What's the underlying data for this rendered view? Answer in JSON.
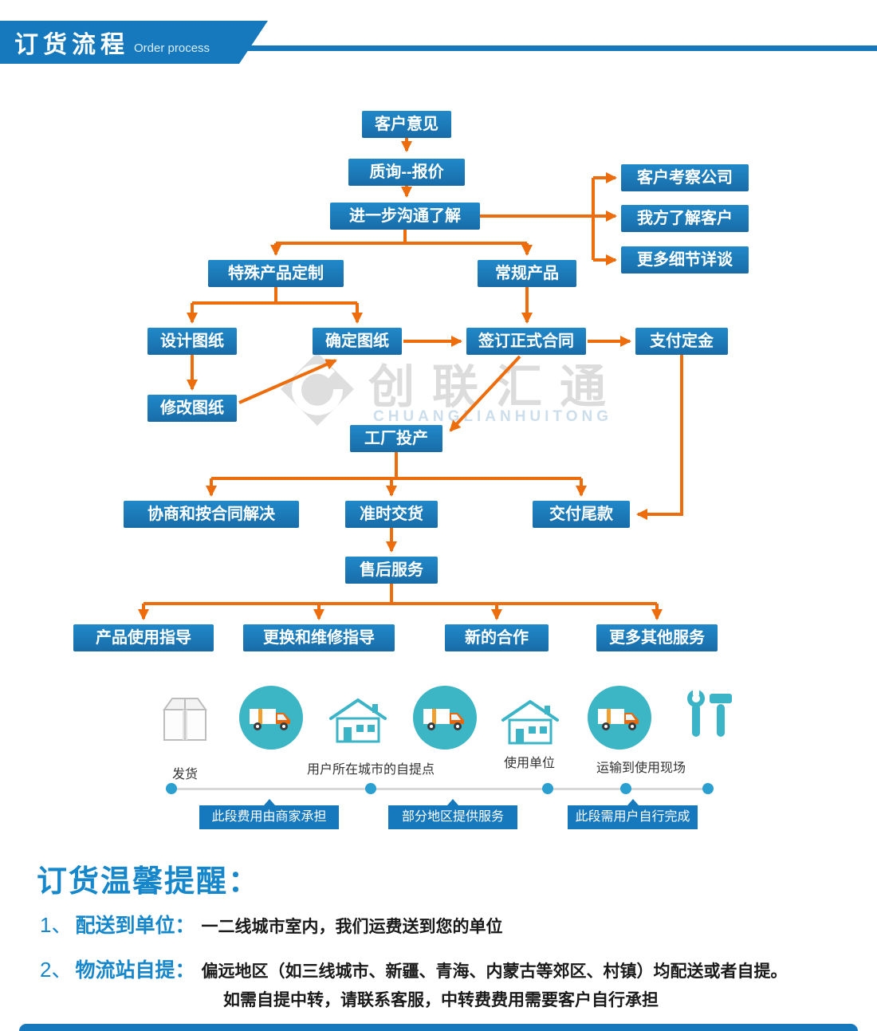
{
  "header": {
    "title": "订货流程",
    "subtitle": "Order process"
  },
  "colors": {
    "accent": "#1679be",
    "box_blue": "#1b7cc0",
    "arrow_orange": "#ed6c0c",
    "teal": "#3ab4c6"
  },
  "icons": {
    "package": "package-icon",
    "truck": "delivery-truck-icon",
    "house": "house-icon",
    "tools": "tools-icon",
    "logo": "brand-diamond-icon"
  },
  "watermark": {
    "name": "创联汇通",
    "latin": "CHUANGLIANHUITONG"
  },
  "flow": {
    "nodes": [
      {
        "label": "客户意见"
      },
      {
        "label": "质询--报价"
      },
      {
        "label": "进一步沟通了解"
      },
      {
        "label": "客户考察公司"
      },
      {
        "label": "我方了解客户"
      },
      {
        "label": "更多细节详谈"
      },
      {
        "label": "特殊产品定制"
      },
      {
        "label": "常规产品"
      },
      {
        "label": "设计图纸"
      },
      {
        "label": "确定图纸"
      },
      {
        "label": "签订正式合同"
      },
      {
        "label": "支付定金"
      },
      {
        "label": "修改图纸"
      },
      {
        "label": "工厂投产"
      },
      {
        "label": "协商和按合同解决"
      },
      {
        "label": "准时交货"
      },
      {
        "label": "交付尾款"
      },
      {
        "label": "售后服务"
      },
      {
        "label": "产品使用指导"
      },
      {
        "label": "更换和维修指导"
      },
      {
        "label": "新的合作"
      },
      {
        "label": "更多其他服务"
      }
    ]
  },
  "logistics": {
    "labels": {
      "ship": "发货",
      "pickup": "用户所在城市的自提点",
      "unit": "使用单位",
      "transport": "运输到使用现场"
    },
    "tags": [
      {
        "label": "此段费用由商家承担"
      },
      {
        "label": "部分地区提供服务"
      },
      {
        "label": "此段需用户自行完成"
      }
    ]
  },
  "notice": {
    "title": "订货温馨提醒：",
    "items": [
      {
        "num": "1、",
        "label": "配送到单位：",
        "text": "一二线城市室内，我们运费送到您的单位"
      },
      {
        "num": "2、",
        "label": "物流站自提：",
        "text": "偏远地区（如三线城市、新疆、青海、内蒙古等郊区、村镇）均配送或者自提。",
        "text2": "如需自提中转，请联系客服，中转费费用需要客户自行承担"
      }
    ]
  }
}
